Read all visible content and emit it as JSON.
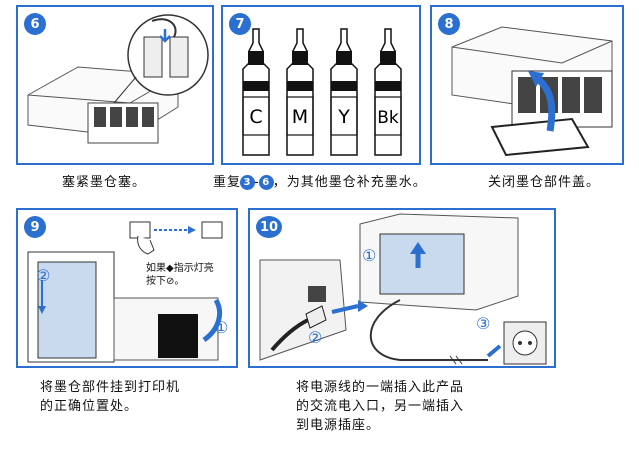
{
  "steps": [
    {
      "number": "6",
      "caption": "塞紧墨仓塞。"
    },
    {
      "number": "7",
      "caption_prefix": "重复",
      "caption_ref_a": "3",
      "caption_dash": "-",
      "caption_ref_b": "6",
      "caption_suffix": "，为其他墨仓补充墨水。",
      "bottle_labels": [
        "C",
        "M",
        "Y",
        "Bk"
      ]
    },
    {
      "number": "8",
      "caption": "关闭墨仓部件盖。"
    },
    {
      "number": "9",
      "caption_line1": "将墨仓部件挂到打印机",
      "caption_line2": "的正确位置处。",
      "callouts": [
        "②",
        "①"
      ],
      "note_line1": "如果◆指示灯亮",
      "note_line2": "按下⊘。"
    },
    {
      "number": "10",
      "caption_line1": "将电源线的一端插入此产品",
      "caption_line2": "的交流电入口，另一端插入",
      "caption_line3": "到电源插座。",
      "callouts": [
        "①",
        "②",
        "③"
      ]
    }
  ],
  "colors": {
    "accent": "#2b6fd1",
    "light_blue": "#c9d9ee"
  }
}
